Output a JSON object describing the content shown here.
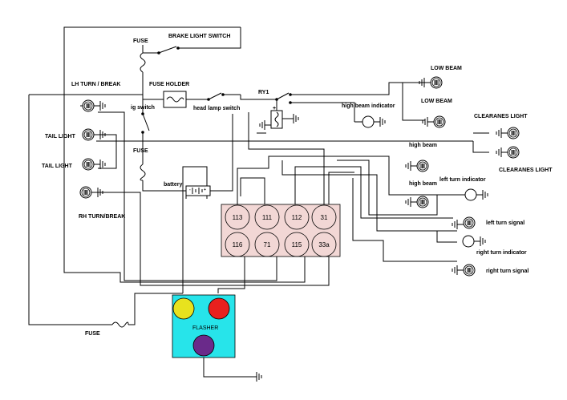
{
  "labels": {
    "fuse_top": "FUSE",
    "brake_switch": "BRAKE LIGHT SWITCH",
    "fuse_holder": "FUSE HOLDER",
    "lh_turn": "LH TURN / BREAK",
    "ig_switch": "ig switch",
    "head_lamp_switch": "head lamp switch",
    "ry1": "RY1",
    "low_beam_1": "LOW BEAM",
    "low_beam_2": "LOW BEAM",
    "high_beam_indicator": "high beam indicator",
    "clearanes_1": "CLEARANES LIGHT",
    "clearanes_2": "CLEARANES LIGHT",
    "tail_light_1": "TAIL LIGHT",
    "tail_light_2": "TAIL LIGHT",
    "fuse_mid": "FUSE",
    "high_beam_1": "high beam",
    "high_beam_2": "high beam",
    "left_turn_indicator": "left turn indicator",
    "battery": "battery",
    "rh_turn": "RH TURN/BREAK",
    "left_turn_signal": "left turn signal",
    "right_turn_indicator": "right turn indicator",
    "right_turn_signal": "right turn signal",
    "fuse_bottom": "FUSE",
    "flasher": "FLASHER"
  },
  "connector_pins": [
    "113",
    "111",
    "112",
    "31",
    "116",
    "71",
    "115",
    "33a"
  ],
  "colors": {
    "connector_fill": "#f2d7d5",
    "flasher_fill": "#27e4ea",
    "led_yellow": "#e8e21e",
    "led_red": "#e8201e",
    "led_purple": "#6a2a8a"
  },
  "lamp_symbol": "bulb-icon",
  "ground_symbol": "ground-icon"
}
